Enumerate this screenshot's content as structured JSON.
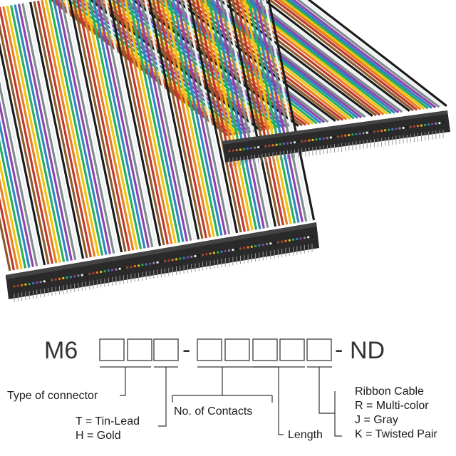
{
  "part_number": {
    "prefix": "M6",
    "suffix": "ND",
    "separator": "-"
  },
  "callouts": {
    "connector_type": "Type of connector",
    "plating": [
      "T = Tin-Lead",
      "H = Gold"
    ],
    "contacts": "No. of Contacts",
    "length": "Length",
    "ribbon": [
      "Ribbon Cable",
      "R = Multi-color",
      "J = Gray",
      "K = Twisted Pair"
    ]
  },
  "colors": {
    "connector_body": "#2a2a2a",
    "wire_palette": [
      "#8b5a2b",
      "#c0392b",
      "#e67e22",
      "#f1c40f",
      "#27ae60",
      "#2e86c1",
      "#8e44ad",
      "#7f8c8d",
      "#ecf0f1",
      "#1c1c1c"
    ]
  }
}
